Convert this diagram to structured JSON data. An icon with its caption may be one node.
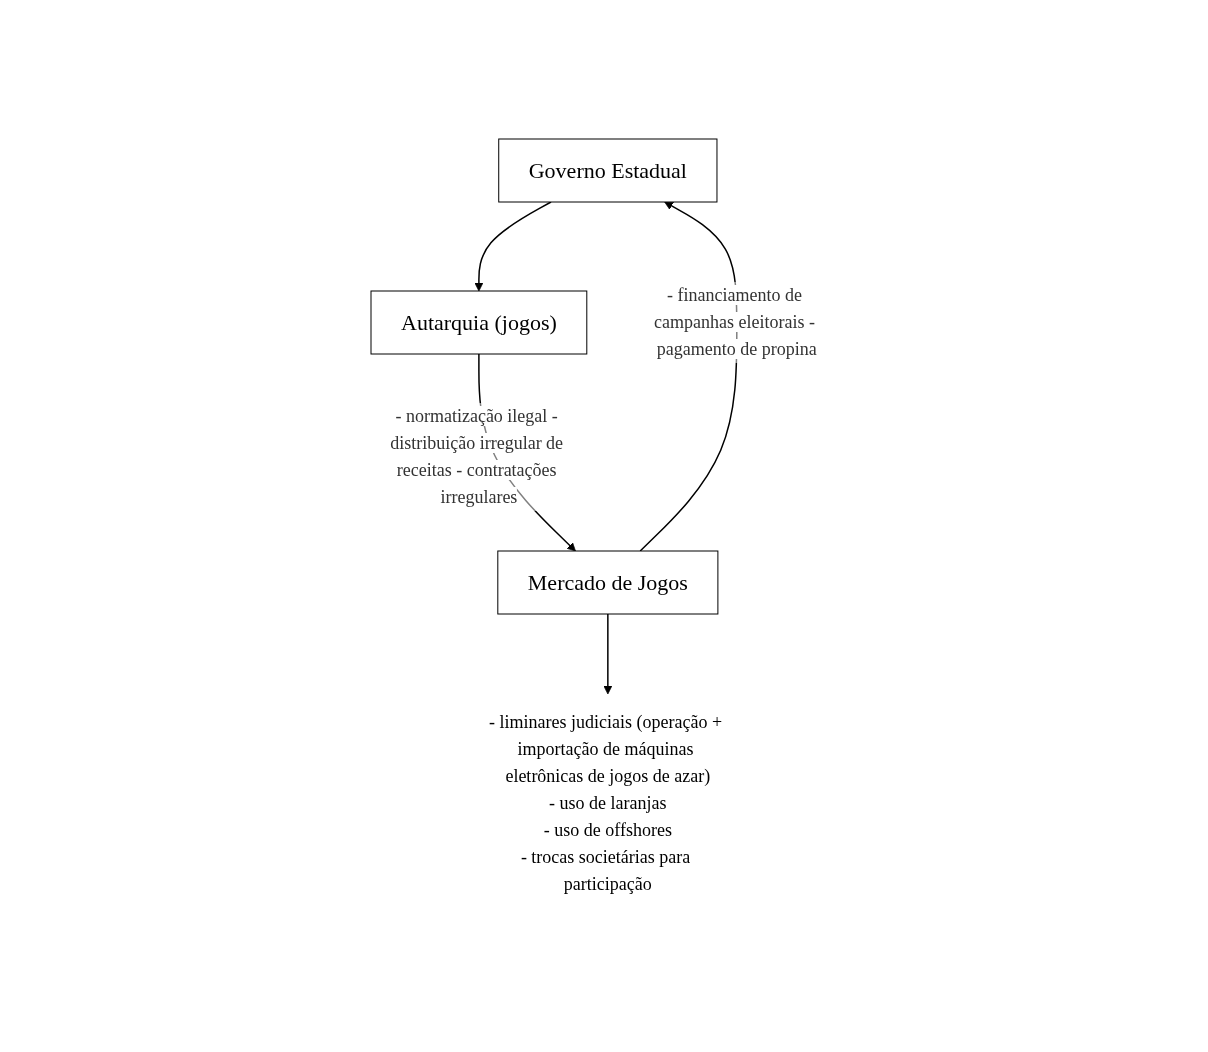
{
  "diagram": {
    "nodes": [
      {
        "text": [
          "Governo Estadual"
        ]
      },
      {
        "text": [
          "Autarquia (jogos)"
        ]
      },
      {
        "text": [
          "Mercado de Jogos"
        ]
      },
      {
        "text": [
          "- liminares judiciais (operação + importação de máquinas eletrônicas de jogos de azar)",
          "- uso de laranjas",
          "- uso de offshores",
          "- trocas societárias para participação"
        ]
      }
    ],
    "edges": [
      {
        "from": 0,
        "to": 1,
        "arrow": "to"
      },
      {
        "from": 1,
        "to": 2,
        "arrow": "to",
        "label": "- normatização ilegal - distribuição irregular de receitas - contratações irregulares"
      },
      {
        "from": 2,
        "to": 0,
        "arrow": "to",
        "label": "- financiamento de campanhas eleitorais - pagamento de propina"
      },
      {
        "from": 2,
        "to": 3,
        "arrow": "to"
      }
    ]
  }
}
